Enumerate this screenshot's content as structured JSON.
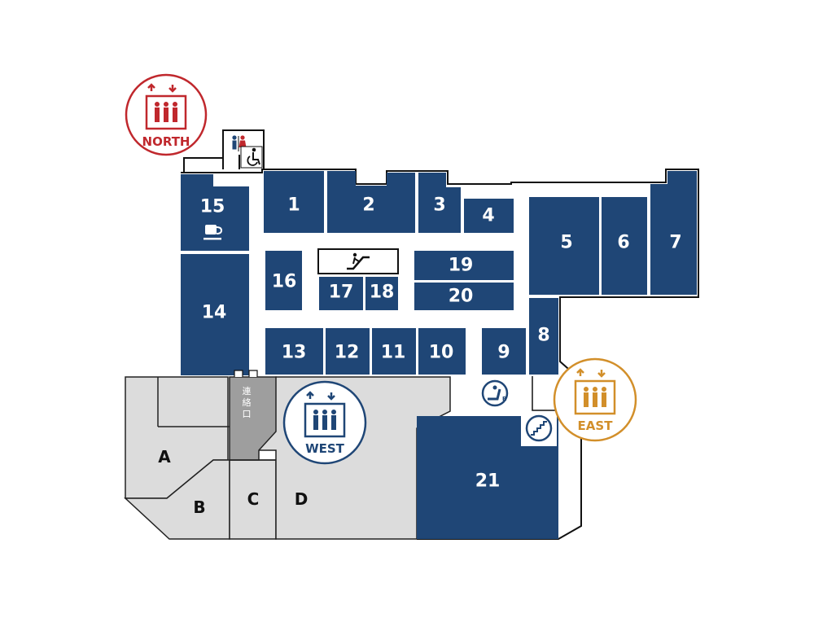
{
  "units": {
    "u1": "1",
    "u2": "2",
    "u3": "3",
    "u4": "4",
    "u5": "5",
    "u6": "6",
    "u7": "7",
    "u8": "8",
    "u9": "9",
    "u10": "10",
    "u11": "11",
    "u12": "12",
    "u13": "13",
    "u14": "14",
    "u15": "15",
    "u16": "16",
    "u17": "17",
    "u18": "18",
    "u19": "19",
    "u20": "20",
    "u21": "21"
  },
  "zones": {
    "a": "A",
    "b": "B",
    "c": "C",
    "d": "D"
  },
  "connector": {
    "label": "連絡口"
  },
  "elevators": {
    "north": {
      "label": "NORTH",
      "color": "#c0282d"
    },
    "west": {
      "label": "WEST",
      "color": "#1f4676"
    },
    "east": {
      "label": "EAST",
      "color": "#d28f2a"
    }
  },
  "colors": {
    "unit": "#1f4676",
    "common": "#dcdcdc",
    "connector": "#9e9e9e"
  },
  "icons": [
    "cafe-icon",
    "escalator-icon",
    "restroom-icon",
    "accessible-toilet-icon",
    "rest-area-icon",
    "stairs-icon",
    "elevator-icon"
  ]
}
